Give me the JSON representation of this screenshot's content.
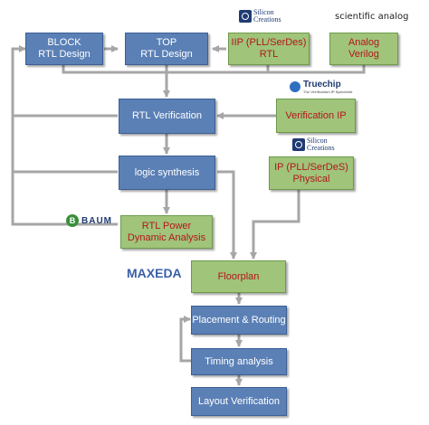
{
  "logos": {
    "silicon_creations_top": "Silicon Creations",
    "scientific_analog": "scientific analog",
    "truechip": "Truechip",
    "truechip_tagline": "The Verification IP Specialist",
    "silicon_creations_mid": "Silicon Creations",
    "baum": "BAUM",
    "maxeda": "MAXEDA"
  },
  "nodes": {
    "block_rtl": {
      "line1": "BLOCK",
      "line2": "RTL Design"
    },
    "top_rtl": {
      "line1": "TOP",
      "line2": "RTL Design"
    },
    "iip_rtl": {
      "line1": "IIP (PLL/SerDes)",
      "line2": "RTL"
    },
    "analog_verilog": {
      "line1": "Analog",
      "line2": "Verilog"
    },
    "rtl_verification": {
      "line1": "RTL Verification"
    },
    "verification_ip": {
      "line1": "Verification IP"
    },
    "logic_synthesis": {
      "line1": "logic synthesis"
    },
    "ip_physical": {
      "line1": "IP (PLL/SerDeS)",
      "line2": "Physical"
    },
    "rtl_power": {
      "line1": "RTL Power",
      "line2": "Dynamic Analysis"
    },
    "floorplan": {
      "line1": "Floorplan"
    },
    "placement_routing": {
      "line1": "Placement & Routing"
    },
    "timing_analysis": {
      "line1": "Timing analysis"
    },
    "layout_verification": {
      "line1": "Layout Verification"
    }
  },
  "colors": {
    "blue_box": "#5b80b6",
    "green_box": "#9fc47a",
    "green_text": "#b4161b",
    "connector": "#a6a6a6"
  }
}
